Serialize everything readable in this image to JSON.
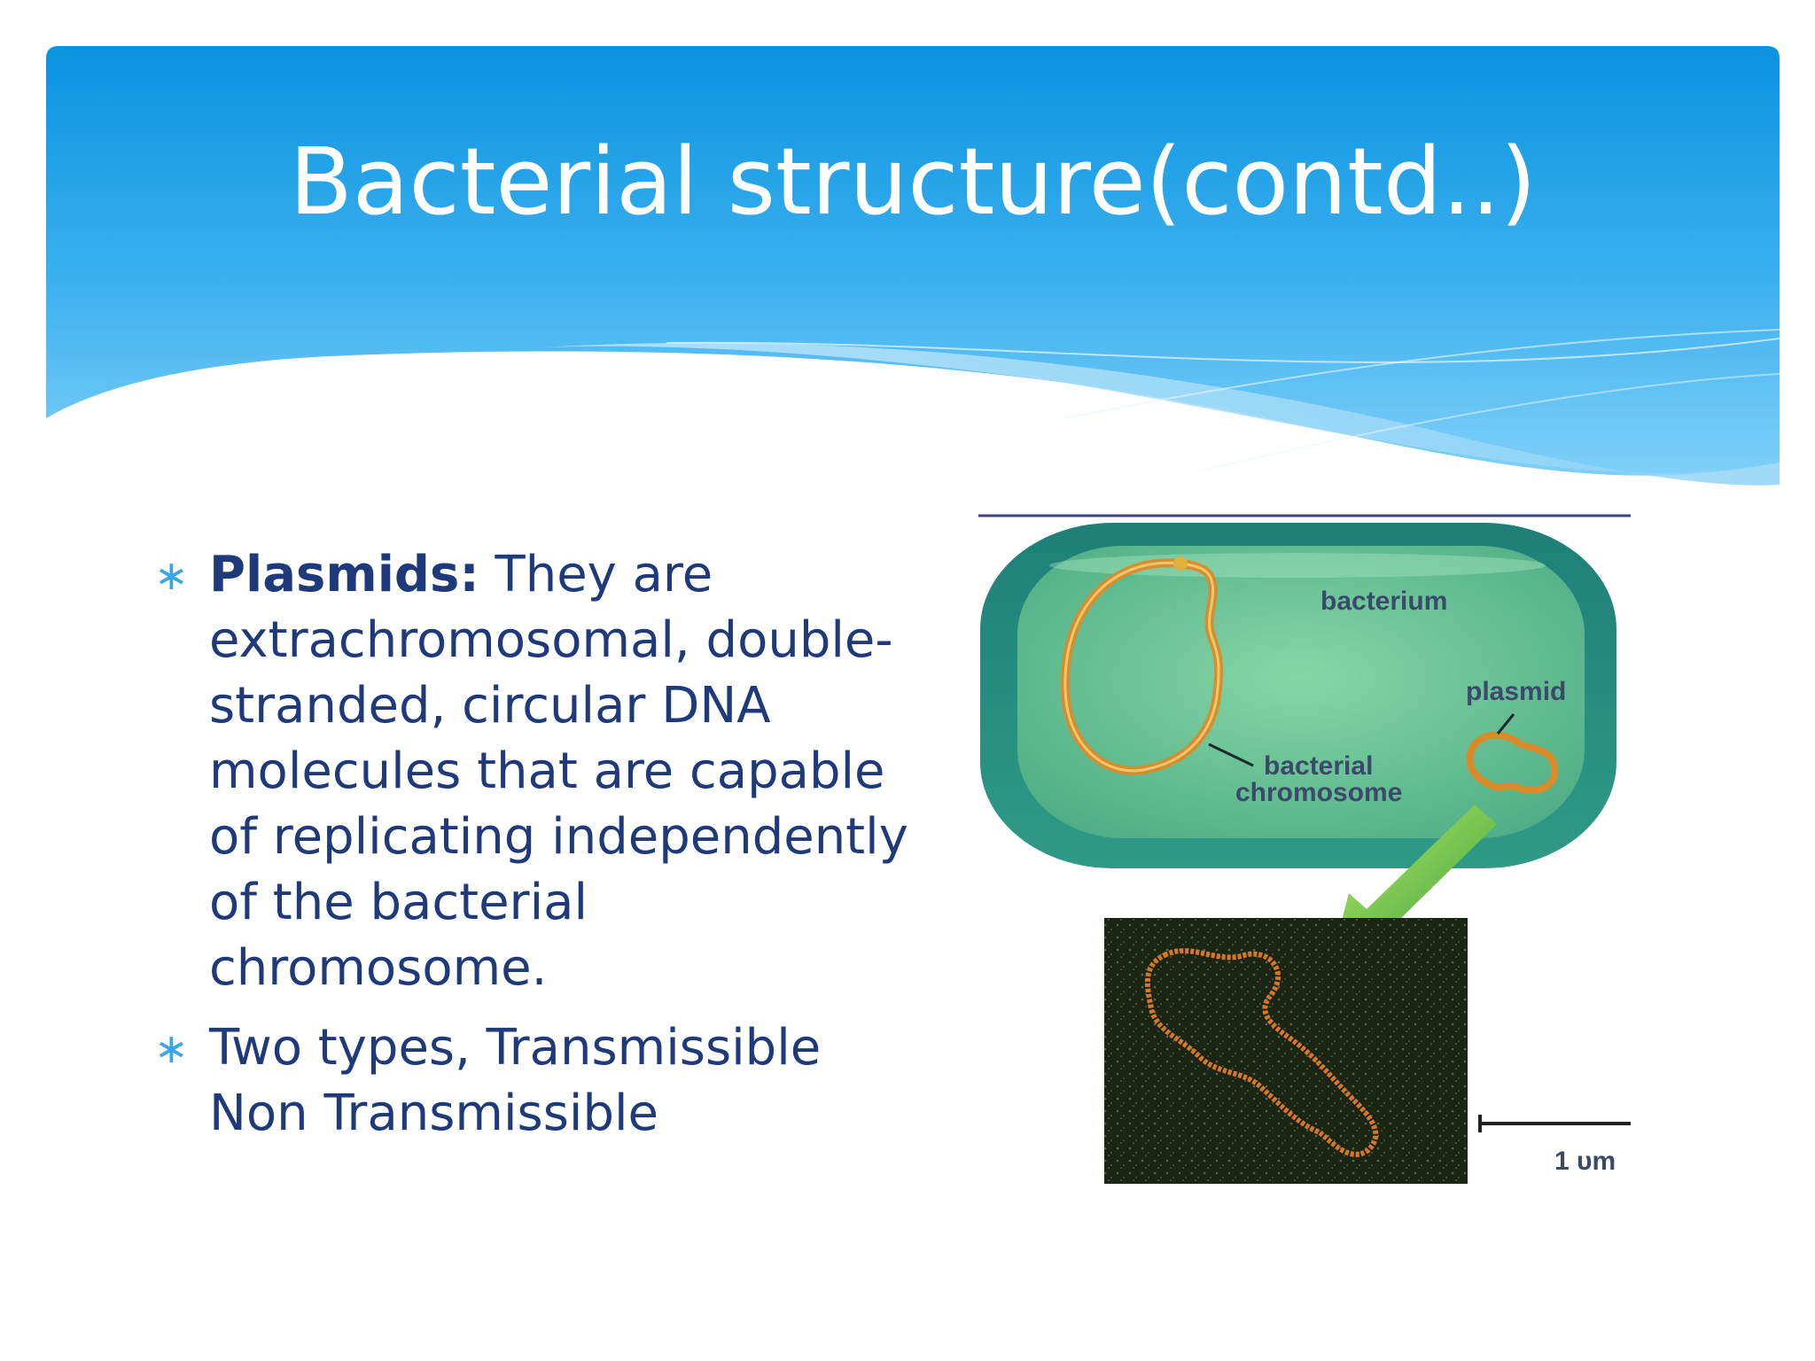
{
  "slide": {
    "title": "Bacterial structure(contd..)",
    "bullets": [
      {
        "term": "Plasmids:",
        "text": " They are extrachromosomal, double-stranded, circular DNA molecules that are capable of replicating independently of the bacterial chromosome."
      },
      {
        "term": "",
        "text": "Two types, Transmissible Non Transmissible"
      }
    ],
    "bullet_icon": "asterisk-icon"
  },
  "figure": {
    "labels": {
      "bacterium": "bacterium",
      "plasmid": "plasmid",
      "chromosome_line1": "bacterial",
      "chromosome_line2": "chromosome",
      "scale": "1 υm"
    }
  },
  "colors": {
    "header_top": "#0a93e0",
    "header_bottom": "#5cc0f4",
    "title_text": "#ffffff",
    "body_text": "#1f3a7a",
    "bullet_accent": "#3aa6e6",
    "cell_wall": "#2a8a7e",
    "cytoplasm": "#5fbf8f",
    "dna_strand": "#d98b2a"
  }
}
